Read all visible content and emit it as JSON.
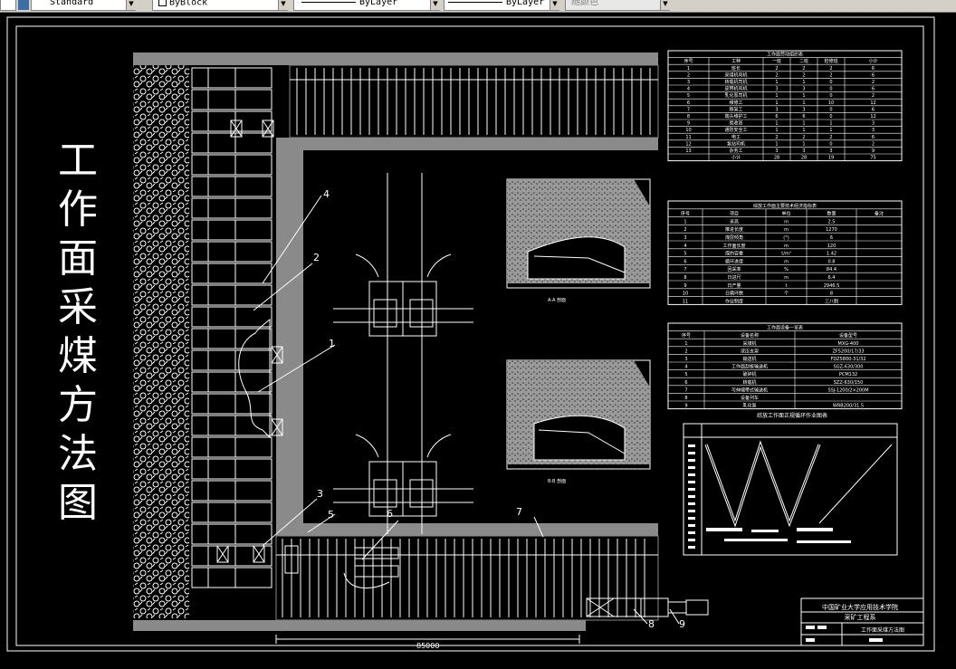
{
  "toolbar": {
    "text_style": "Standard",
    "color": "ByBlock",
    "linetype": "ByLayer",
    "lineweight": "ByLayer",
    "plot_style": "随颜色"
  },
  "drawing": {
    "title_chars": [
      "工",
      "作",
      "面",
      "采",
      "煤",
      "方",
      "法",
      "图"
    ],
    "callouts": [
      "1",
      "2",
      "3",
      "4",
      "5",
      "6",
      "7",
      "8",
      "9"
    ],
    "dimension_main": "85000",
    "section_labels": [
      "A-A 剖面",
      "B-B 剖面"
    ],
    "table1": {
      "title": "工作面劳动组织表",
      "headers": [
        "序号",
        "工种",
        "一班",
        "二班",
        "检修班",
        "小计"
      ],
      "rows": [
        [
          "1",
          "班长",
          "2",
          "2",
          "2",
          "6"
        ],
        [
          "2",
          "采煤机司机",
          "2",
          "2",
          "2",
          "6"
        ],
        [
          "3",
          "转载机司机",
          "1",
          "1",
          "0",
          "2"
        ],
        [
          "4",
          "皮带机司机",
          "3",
          "3",
          "0",
          "6"
        ],
        [
          "5",
          "乳化泵司机",
          "1",
          "1",
          "0",
          "2"
        ],
        [
          "6",
          "维修工",
          "1",
          "1",
          "10",
          "12"
        ],
        [
          "7",
          "移架工",
          "3",
          "3",
          "0",
          "6"
        ],
        [
          "8",
          "端头维护工",
          "6",
          "6",
          "0",
          "12"
        ],
        [
          "9",
          "验收员",
          "1",
          "1",
          "1",
          "3"
        ],
        [
          "10",
          "通防安全工",
          "1",
          "1",
          "1",
          "3"
        ],
        [
          "11",
          "电工",
          "2",
          "2",
          "2",
          "6"
        ],
        [
          "12",
          "泵站司机",
          "1",
          "1",
          "0",
          "2"
        ],
        [
          "13",
          "杂务工",
          "3",
          "3",
          "3",
          "9"
        ],
        [
          "",
          "小计",
          "28",
          "28",
          "19",
          "75"
        ]
      ]
    },
    "table2": {
      "title": "综放工作面主要技术经济指标表",
      "headers": [
        "序号",
        "项目",
        "单位",
        "数量",
        "备注"
      ],
      "rows": [
        [
          "1",
          "采高",
          "m",
          "2.5",
          ""
        ],
        [
          "2",
          "推进长度",
          "m",
          "1270",
          ""
        ],
        [
          "3",
          "煤层倾角",
          "(°)",
          "6",
          ""
        ],
        [
          "4",
          "工作面长度",
          "m",
          "120",
          ""
        ],
        [
          "5",
          "煤的容重",
          "t/m³",
          "1.42",
          ""
        ],
        [
          "6",
          "循环进度",
          "m",
          "0.8",
          ""
        ],
        [
          "7",
          "回采率",
          "%",
          "84.4",
          ""
        ],
        [
          "8",
          "日进尺",
          "m",
          "6.4",
          ""
        ],
        [
          "9",
          "日产量",
          "t",
          "2946.5",
          ""
        ],
        [
          "10",
          "日循环数",
          "个",
          "8",
          ""
        ],
        [
          "11",
          "作业制度",
          "",
          "三八制",
          ""
        ]
      ]
    },
    "table3": {
      "title": "工作面设备一览表",
      "headers": [
        "序号",
        "设备名称",
        "设备型号"
      ],
      "rows": [
        [
          "1",
          "采煤机",
          "MXG-400"
        ],
        [
          "2",
          "液压支架",
          "ZF5200/17/33"
        ],
        [
          "3",
          "输送机",
          "FDZ5800-31/32"
        ],
        [
          "4",
          "工作面刮板输送机",
          "SGZ-630/300"
        ],
        [
          "5",
          "破碎机",
          "PCM132"
        ],
        [
          "6",
          "转载机",
          "SZZ-630/150"
        ],
        [
          "7",
          "可伸缩带式输送机",
          "SSJ-1200/2×200M"
        ],
        [
          "8",
          "设备列车",
          ""
        ],
        [
          "9",
          "乳化泵",
          "WRB200/31.5"
        ]
      ]
    },
    "cycle_chart": {
      "title": "综放工作面正规循环作业图表"
    },
    "title_block": {
      "school": "中国矿业大学应用技术学院",
      "department": "采矿工程系",
      "drawing_name": "工作面采煤方法图"
    }
  }
}
